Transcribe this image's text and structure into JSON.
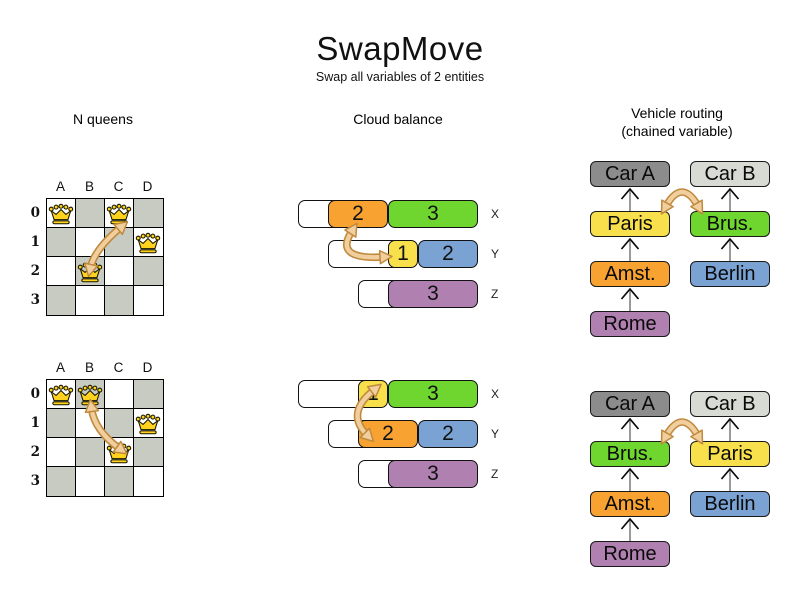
{
  "title": "SwapMove",
  "subtitle": "Swap all variables of 2 entities",
  "colors": {
    "orange": "#F7A231",
    "green": "#6FD52F",
    "yellow": "#F7E04B",
    "blue": "#7AA3D4",
    "purple": "#AF80B0",
    "car_a_gray": "#8C8C8C",
    "car_b_gray": "#D7DBD3",
    "board_gray": "#C7CBC2",
    "queen_gold": "#FFD21E",
    "swap_arrow_light": "#F0CE9E",
    "swap_arrow_dark": "#C08A3E"
  },
  "sections": {
    "nqueens": {
      "heading": "N queens",
      "columns": [
        "A",
        "B",
        "C",
        "D"
      ],
      "rows": [
        "0",
        "1",
        "2",
        "3"
      ],
      "boards": [
        {
          "state": "before",
          "queens": [
            "A0",
            "C0",
            "D1",
            "B2"
          ],
          "swap": [
            "C0",
            "B2"
          ]
        },
        {
          "state": "after",
          "queens": [
            "A0",
            "B0",
            "D1",
            "C2"
          ],
          "swap": [
            "B0",
            "C2"
          ]
        }
      ]
    },
    "cloud": {
      "heading": "Cloud balance",
      "states": [
        {
          "state": "before",
          "rows": [
            {
              "label": "X",
              "free": 1,
              "blocks": [
                {
                  "value": "2",
                  "color": "orange"
                },
                {
                  "value": "3",
                  "color": "green"
                }
              ]
            },
            {
              "label": "Y",
              "free": 2,
              "blocks": [
                {
                  "value": "1",
                  "color": "yellow"
                },
                {
                  "value": "2",
                  "color": "blue"
                }
              ]
            },
            {
              "label": "Z",
              "free": 1,
              "blocks": [
                {
                  "value": "3",
                  "color": "purple"
                }
              ]
            }
          ]
        },
        {
          "state": "after",
          "rows": [
            {
              "label": "X",
              "free": 2,
              "blocks": [
                {
                  "value": "1",
                  "color": "yellow"
                },
                {
                  "value": "3",
                  "color": "green"
                }
              ]
            },
            {
              "label": "Y",
              "free": 1,
              "blocks": [
                {
                  "value": "2",
                  "color": "orange"
                },
                {
                  "value": "2",
                  "color": "blue"
                }
              ]
            },
            {
              "label": "Z",
              "free": 1,
              "blocks": [
                {
                  "value": "3",
                  "color": "purple"
                }
              ]
            }
          ]
        }
      ]
    },
    "vehicle": {
      "heading_line1": "Vehicle routing",
      "heading_line2": "(chained variable)",
      "states": [
        {
          "state": "before",
          "chains": [
            {
              "anchor": {
                "label": "Car A",
                "color": "car_a_gray"
              },
              "stops": [
                {
                  "label": "Paris",
                  "color": "yellow"
                },
                {
                  "label": "Amst.",
                  "color": "orange"
                },
                {
                  "label": "Rome",
                  "color": "purple"
                }
              ]
            },
            {
              "anchor": {
                "label": "Car B",
                "color": "car_b_gray"
              },
              "stops": [
                {
                  "label": "Brus.",
                  "color": "green"
                },
                {
                  "label": "Berlin",
                  "color": "blue"
                }
              ]
            }
          ],
          "swap": [
            "Paris",
            "Brus."
          ]
        },
        {
          "state": "after",
          "chains": [
            {
              "anchor": {
                "label": "Car A",
                "color": "car_a_gray"
              },
              "stops": [
                {
                  "label": "Brus.",
                  "color": "green"
                },
                {
                  "label": "Amst.",
                  "color": "orange"
                },
                {
                  "label": "Rome",
                  "color": "purple"
                }
              ]
            },
            {
              "anchor": {
                "label": "Car B",
                "color": "car_b_gray"
              },
              "stops": [
                {
                  "label": "Paris",
                  "color": "yellow"
                },
                {
                  "label": "Berlin",
                  "color": "blue"
                }
              ]
            }
          ],
          "swap": [
            "Brus.",
            "Paris"
          ]
        }
      ]
    }
  }
}
